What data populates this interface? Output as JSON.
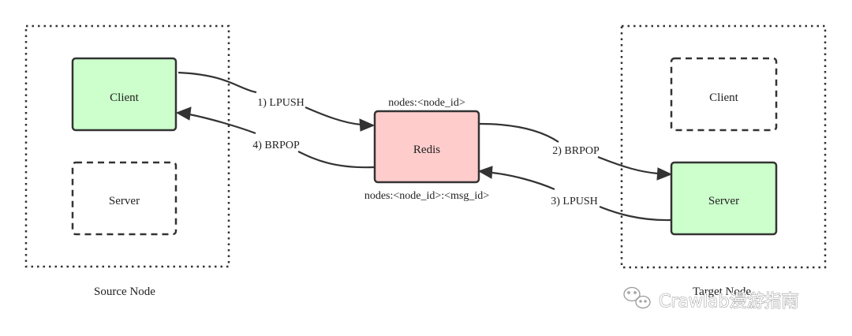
{
  "frames": {
    "source": {
      "label": "Source Node"
    },
    "target": {
      "label": "Target Node"
    }
  },
  "nodes": {
    "source_client": {
      "label": "Client",
      "style": "solid",
      "fill": "#ccffcc"
    },
    "source_server": {
      "label": "Server",
      "style": "dashed",
      "fill": "#ffffff"
    },
    "redis": {
      "label": "Redis",
      "style": "solid",
      "fill": "#ffcccc"
    },
    "target_client": {
      "label": "Client",
      "style": "dashed",
      "fill": "#ffffff"
    },
    "target_server": {
      "label": "Server",
      "style": "solid",
      "fill": "#ccffcc"
    }
  },
  "redis_keys": {
    "top": "nodes:<node_id>",
    "bottom": "nodes:<node_id>:<msg_id>"
  },
  "edges": [
    {
      "label": "1) LPUSH",
      "from": "source_client",
      "to": "redis"
    },
    {
      "label": "2) BRPOP",
      "from": "redis",
      "to": "target_server"
    },
    {
      "label": "3) LPUSH",
      "from": "target_server",
      "to": "redis"
    },
    {
      "label": "4) BRPOP",
      "from": "redis",
      "to": "source_client"
    }
  ],
  "watermark": {
    "text": "Crawlab漫游指南",
    "icon": "wechat-icon"
  },
  "colors": {
    "stroke": "#333333",
    "client_server_active": "#ccffcc",
    "redis": "#ffcccc",
    "watermark": "#9a9a9a"
  }
}
